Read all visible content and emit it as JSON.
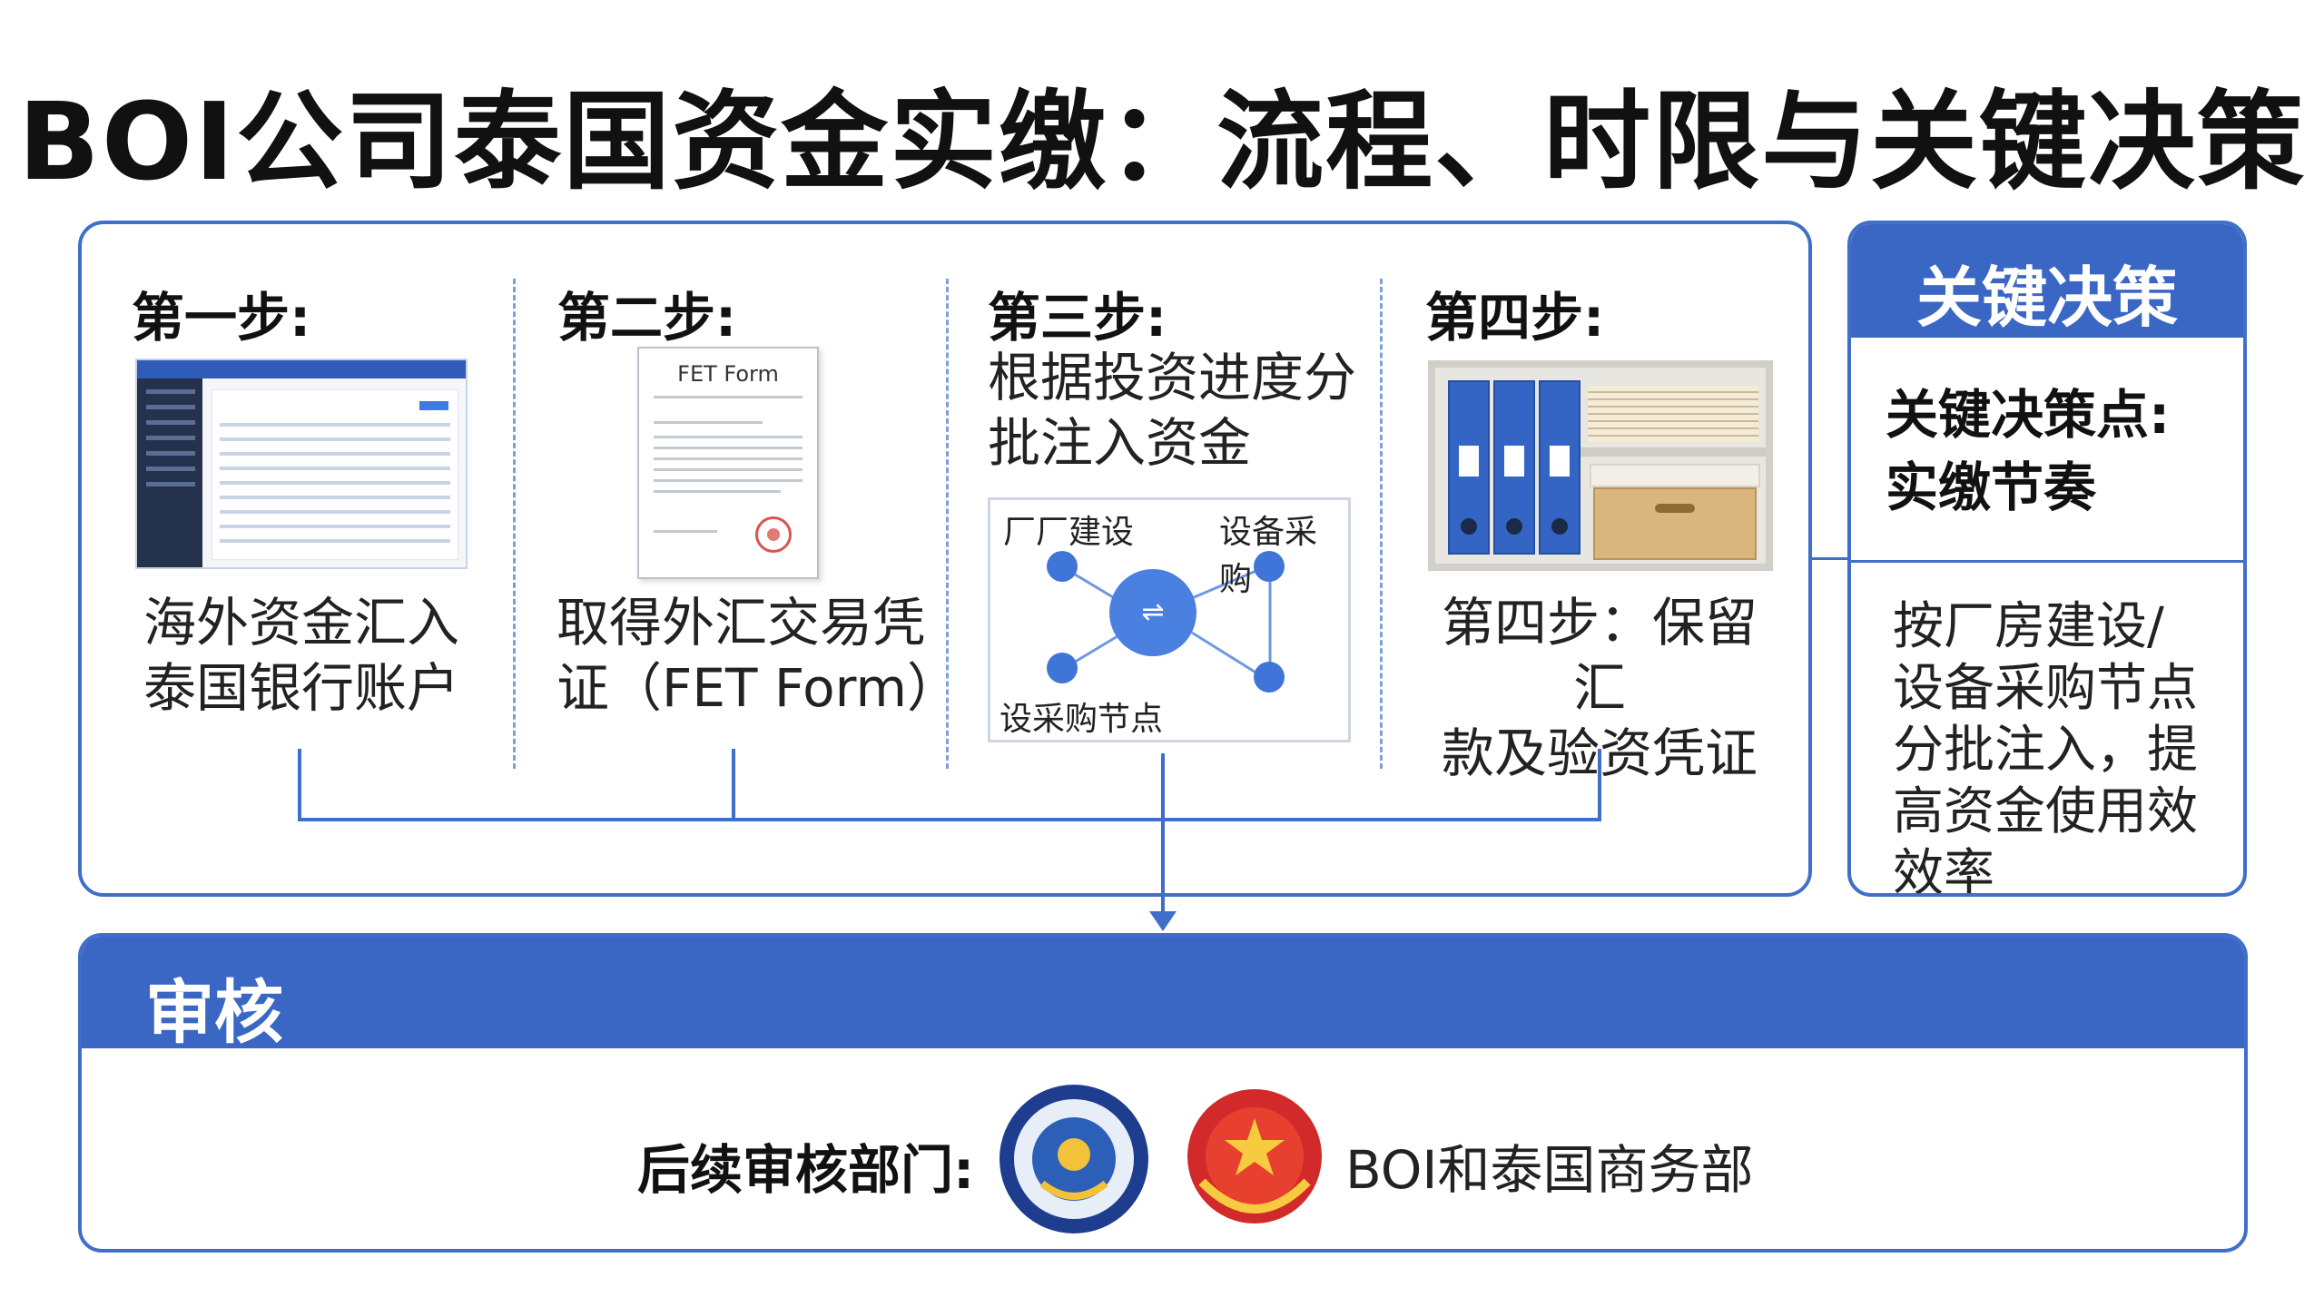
{
  "title": "BOI公司泰国资金实缴：流程、时限与关键决策点",
  "steps": [
    {
      "heading": "第一步:",
      "text_lines": [
        "海外资金汇入",
        "泰国银行账户"
      ]
    },
    {
      "heading": "第二步:",
      "doc_title": "FET Form",
      "text_lines": [
        "取得外汇交易凭",
        "证（FET Form）"
      ]
    },
    {
      "heading": "第三步:",
      "text_lines": [
        "根据投资进度分",
        "批注入资金"
      ],
      "network_labels": {
        "top_left": "厂厂建设",
        "top_right": "设备采购",
        "bottom_left": "设采购节点"
      }
    },
    {
      "heading": "第四步:",
      "text_lines": [
        "第四步：保留汇",
        "款及验资凭证"
      ]
    }
  ],
  "decision": {
    "header": "关键决策",
    "subtitle_lines": [
      "关键决策点:",
      "实缴节奏"
    ],
    "body_lines": [
      "按厂房建设/",
      "设备采购节点",
      "分批注入，提",
      "高资金使用效",
      "效率"
    ]
  },
  "audit": {
    "header": "审核",
    "label": "后续审核部门:",
    "departments": "BOI和泰国商务部"
  },
  "colors": {
    "accent": "#3a67c4",
    "border": "#3f6fc8"
  }
}
